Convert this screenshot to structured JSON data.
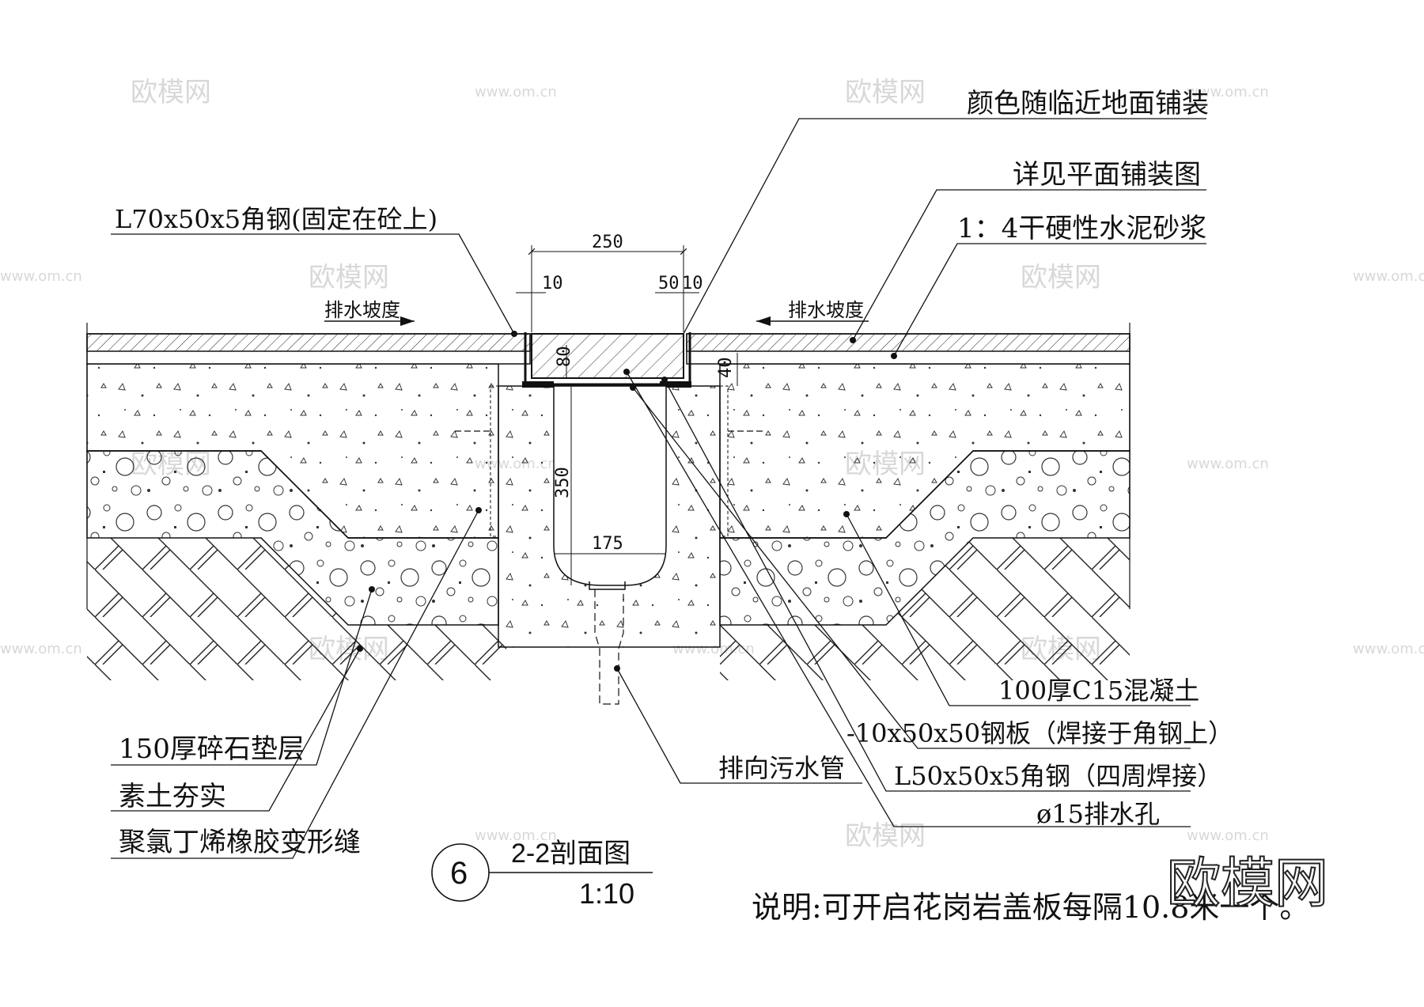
{
  "labels": {
    "color_note": "颜色随临近地面铺装",
    "paving_ref": "详见平面铺装图",
    "mortar": "1：4干硬性水泥砂浆",
    "angle_steel_top": "L70x50x5角钢(固定在砼上)",
    "slope_left": "排水坡度",
    "slope_right": "排水坡度",
    "concrete": "100厚C15混凝土",
    "steel_plate": "-10x50x50钢板（焊接于角钢上）",
    "angle_steel": "L50x50x5角钢（四周焊接）",
    "drain_hole": "ø15排水孔",
    "sewer_pipe": "排向污水管",
    "gravel": "150厚碎石垫层",
    "soil": "素土夯实",
    "joint": "聚氯丁烯橡胶变形缝"
  },
  "dimensions": {
    "width_total": "250",
    "left_gap": "10",
    "right_a": "50",
    "right_b": "10",
    "cover_h": "80",
    "step_h": "40",
    "depth": "350",
    "channel_w": "175"
  },
  "title": {
    "number": "6",
    "name": "2-2剖面图",
    "scale": "1:10"
  },
  "note": "说明:可开启花岗岩盖板每隔10.8米一个。",
  "watermark": {
    "logo_text": "欧模网",
    "url_text": "www.om.cn"
  }
}
